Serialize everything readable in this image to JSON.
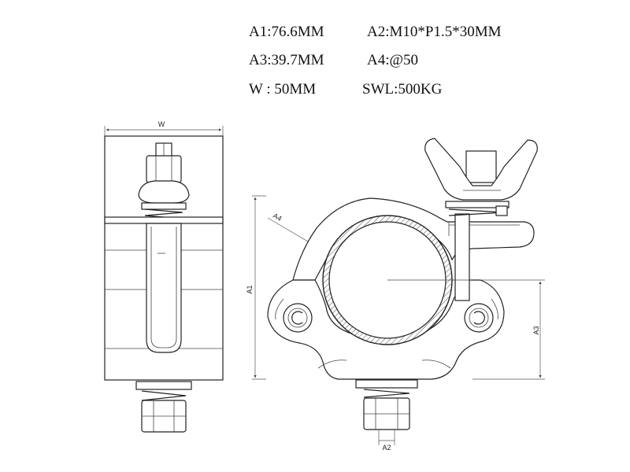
{
  "specs": {
    "a1": "A1:76.6MM",
    "a2": "A2:M10*P1.5*30MM",
    "a3": "A3:39.7MM",
    "a4": "A4:@50",
    "w": "W : 50MM",
    "swl": "SWL:500KG"
  },
  "dimension_labels": {
    "w": "W",
    "a1": "A1",
    "a2": "A2",
    "a3": "A3",
    "a4": "A4"
  }
}
